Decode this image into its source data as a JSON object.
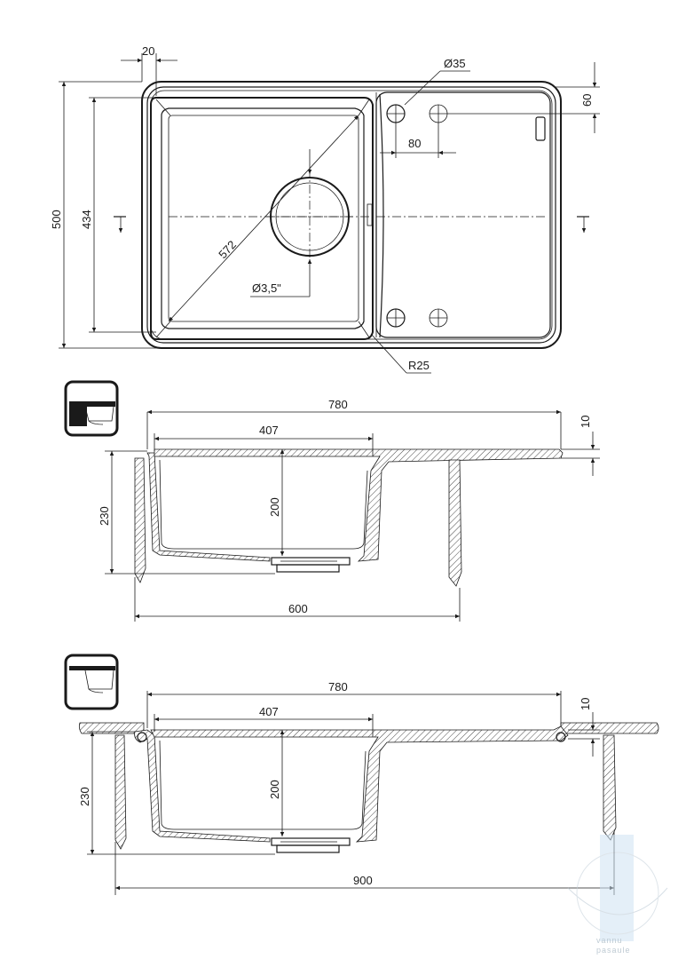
{
  "top_view": {
    "dim_flange": "20",
    "dim_hole": "Ø35",
    "dim_hole_offset_y": "60",
    "dim_hole_spacing": "80",
    "dim_total_depth": "500",
    "dim_bowl_depth": "434",
    "dim_diagonal": "572",
    "dim_drain": "Ø3,5\"",
    "dim_radius": "R25"
  },
  "section_undermount": {
    "dim_length": "780",
    "dim_bowl_width": "407",
    "dim_edge": "10",
    "dim_depth": "230",
    "dim_bowl_depth": "200",
    "dim_cabinet": "600"
  },
  "section_inset": {
    "dim_length": "780",
    "dim_bowl_width": "407",
    "dim_edge": "10",
    "dim_depth": "230",
    "dim_bowl_depth": "200",
    "dim_cabinet": "900"
  },
  "watermark": "vannu pasaule"
}
